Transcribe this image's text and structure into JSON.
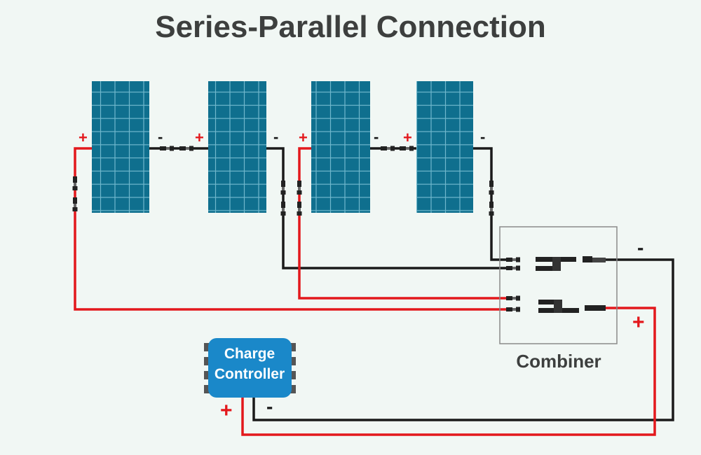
{
  "title": "Series-Parallel Connection",
  "combiner_label": "Combiner",
  "controller": {
    "line1": "Charge",
    "line2": "Controller"
  },
  "polarity": {
    "positive": "+",
    "negative": "-"
  },
  "colors": {
    "background": "#f1f7f4",
    "panel": "#0f6f8e",
    "panel_grid": "#6fb7cc",
    "positive_wire": "#e3181c",
    "negative_wire": "#1a1a1a",
    "controller": "#1a88c9",
    "combiner_border": "#8a8a8a"
  }
}
